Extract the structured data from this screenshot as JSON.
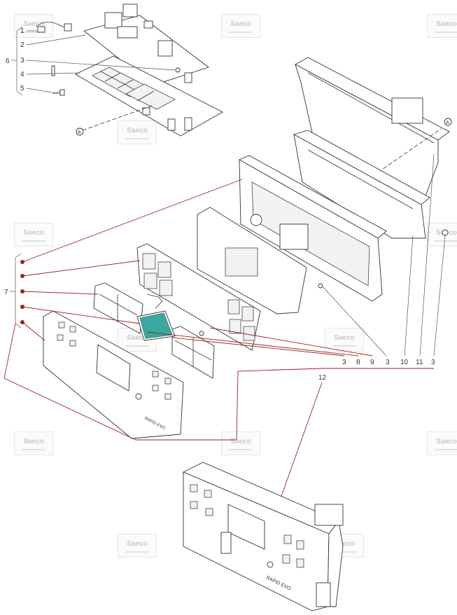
{
  "watermark": {
    "text": "Saeco"
  },
  "colors": {
    "leader": "#a31f24",
    "line": "#333333",
    "lcd": "#3aa7a0"
  },
  "labels": {
    "l1": "1",
    "l2": "2",
    "l3a": "3",
    "l4": "4",
    "l5": "5",
    "l6": "6",
    "l7": "7",
    "l3b": "3",
    "l8": "8",
    "l9": "9",
    "l3c": "3",
    "l10": "10",
    "l11": "11",
    "l3d": "3",
    "l12": "12",
    "refA1": "A",
    "refA2": "A"
  },
  "panel_text": "RAPID EVO"
}
